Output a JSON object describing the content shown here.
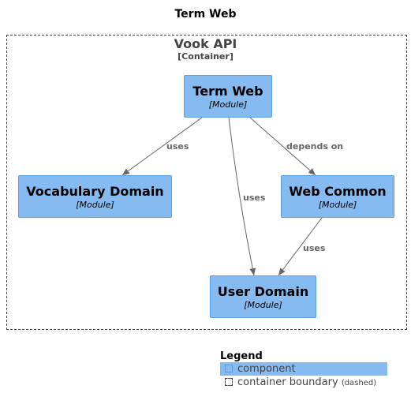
{
  "title": "Term Web",
  "boundary": {
    "name": "Vook API",
    "type": "[Container]"
  },
  "nodes": {
    "term_web": {
      "name": "Term Web",
      "type": "[Module]"
    },
    "vocabulary_domain": {
      "name": "Vocabulary Domain",
      "type": "[Module]"
    },
    "web_common": {
      "name": "Web Common",
      "type": "[Module]"
    },
    "user_domain": {
      "name": "User Domain",
      "type": "[Module]"
    }
  },
  "edges": {
    "term_to_vocab": "uses",
    "term_to_user": "uses",
    "term_to_webcommon": "depends on",
    "webcommon_to_user": "uses"
  },
  "legend": {
    "title": "Legend",
    "component_label": "component",
    "boundary_label": "container boundary",
    "boundary_note": "(dashed)"
  },
  "colors": {
    "component_fill": "#85bbf0",
    "component_border": "#5d9fe0",
    "edge": "#666666",
    "boundary": "#444444"
  }
}
